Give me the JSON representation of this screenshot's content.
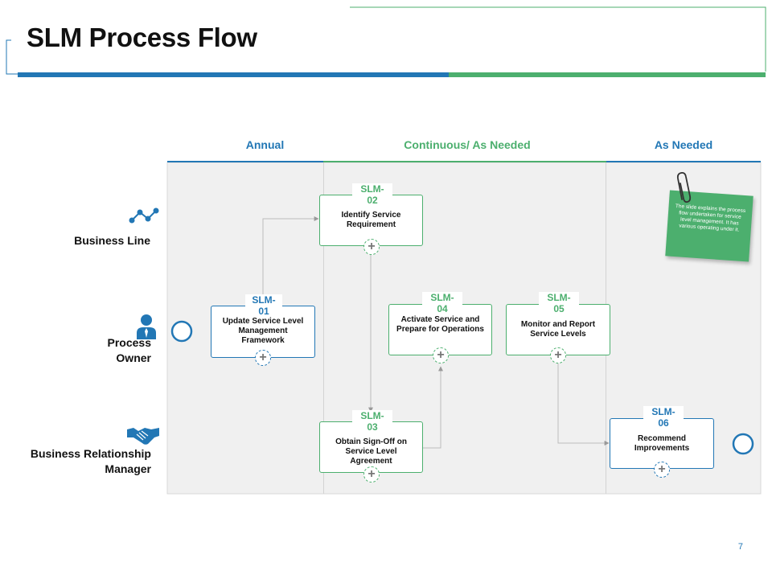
{
  "slide": {
    "title": "SLM Process Flow",
    "page_number": "7"
  },
  "colors": {
    "blue": "#2277b5",
    "green": "#4caf6e",
    "lane_bg": "#f0f0f0",
    "arrow": "#bbbbbb"
  },
  "phases": {
    "annual": "Annual",
    "continuous": "Continuous/ As Needed",
    "as_needed": "As Needed"
  },
  "lanes": {
    "business_line": "Business Line",
    "process_owner": "Process Owner",
    "brm": "Business Relationship Manager"
  },
  "icons": {
    "business_line": "network-nodes-icon",
    "process_owner": "person-icon",
    "brm": "handshake-icon",
    "note": "paperclip-icon"
  },
  "steps": {
    "slm01": {
      "code": "SLM-\n01",
      "text": "Update Service Level Management Framework"
    },
    "slm02": {
      "code": "SLM-\n02",
      "text": "Identify Service Requirement"
    },
    "slm03": {
      "code": "SLM-\n03",
      "text": "Obtain Sign-Off on Service Level Agreement"
    },
    "slm04": {
      "code": "SLM-\n04",
      "text": "Activate Service and Prepare for Operations"
    },
    "slm05": {
      "code": "SLM-\n05",
      "text": "Monitor and Report Service Levels"
    },
    "slm06": {
      "code": "SLM-\n06",
      "text": "Recommend Improvements"
    }
  },
  "plus_symbol": "+",
  "note": {
    "text": "The slide explains the process flow undertaken for service level management. It has various operating under it."
  }
}
